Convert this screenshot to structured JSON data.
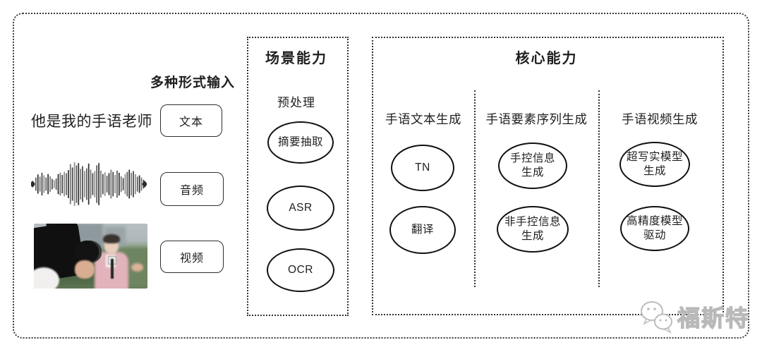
{
  "input_section": {
    "heading": "多种形式输入",
    "sample_text": "他是我的手语老师",
    "boxes": [
      {
        "label": "文本"
      },
      {
        "label": "音频"
      },
      {
        "label": "视频"
      }
    ]
  },
  "scene_section": {
    "title": "场景能力",
    "subtitle": "预处理",
    "nodes": [
      "摘要抽取",
      "ASR",
      "OCR"
    ]
  },
  "core_section": {
    "title": "核心能力",
    "columns": [
      {
        "header": "手语文本生成",
        "nodes": [
          "TN",
          "翻译"
        ]
      },
      {
        "header": "手语要素序列生成",
        "nodes": [
          "手控信息\n生成",
          "非手控信息\n生成"
        ]
      },
      {
        "header": "手语视频生成",
        "nodes": [
          "超写实模型\n生成",
          "高精度模型\n驱动"
        ]
      }
    ]
  },
  "watermark": {
    "text": "福斯特"
  },
  "colors": {
    "ink": "#1f1f1f",
    "panel_border": "#333333",
    "watermark_gray": "#bcbcbc"
  }
}
